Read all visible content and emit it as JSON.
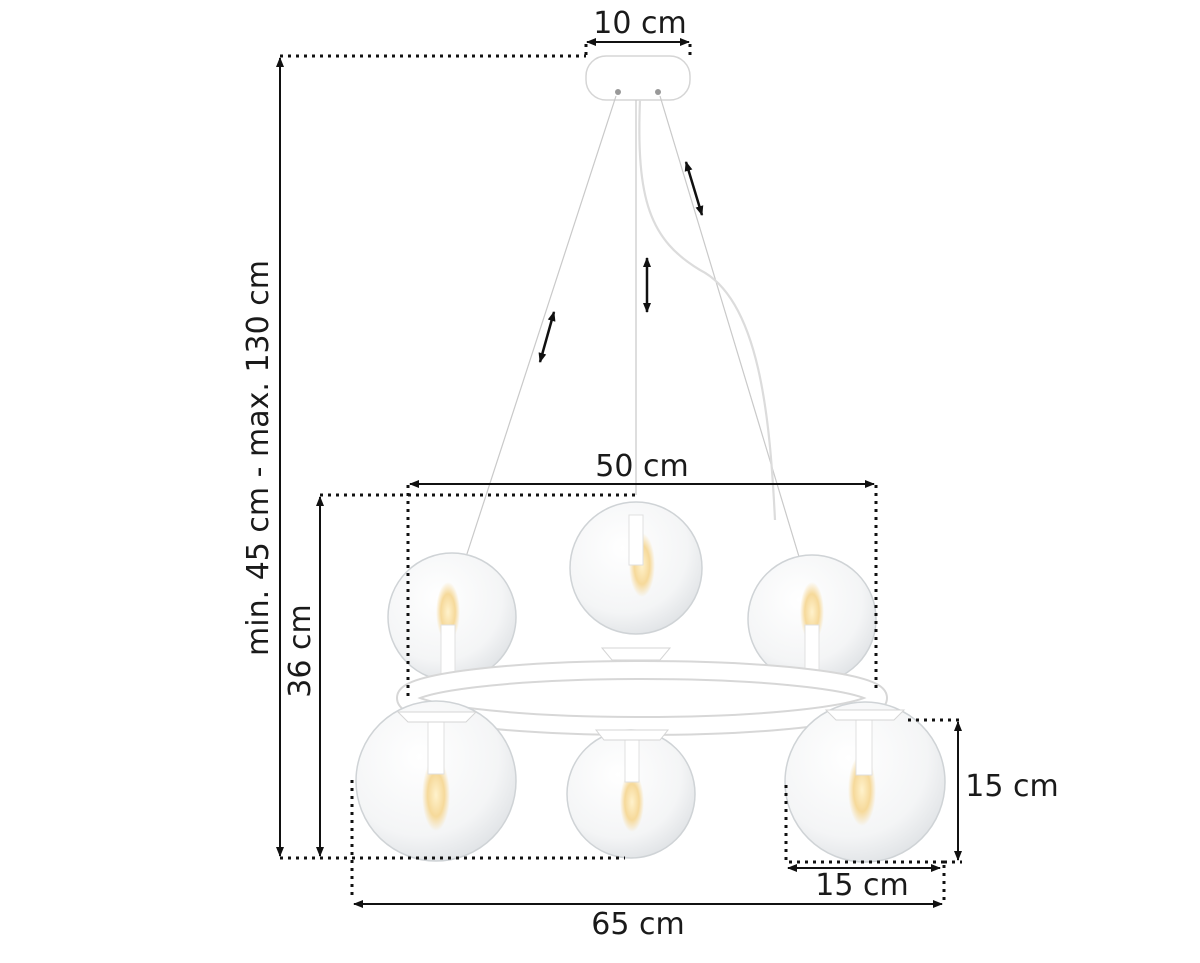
{
  "dimensions": {
    "canopy_width": "10 cm",
    "height_range": "min. 45 cm - max. 130 cm",
    "ring_width": "50 cm",
    "body_height": "36 cm",
    "globe_height": "15 cm",
    "globe_width": "15 cm",
    "total_width": "65 cm"
  },
  "colors": {
    "dimension_line": "#111111",
    "lamp_white": "#ffffff",
    "lamp_outline": "#d8d8d8",
    "glass": "#eef0f2",
    "bulb_glow": "#f6d99a"
  }
}
